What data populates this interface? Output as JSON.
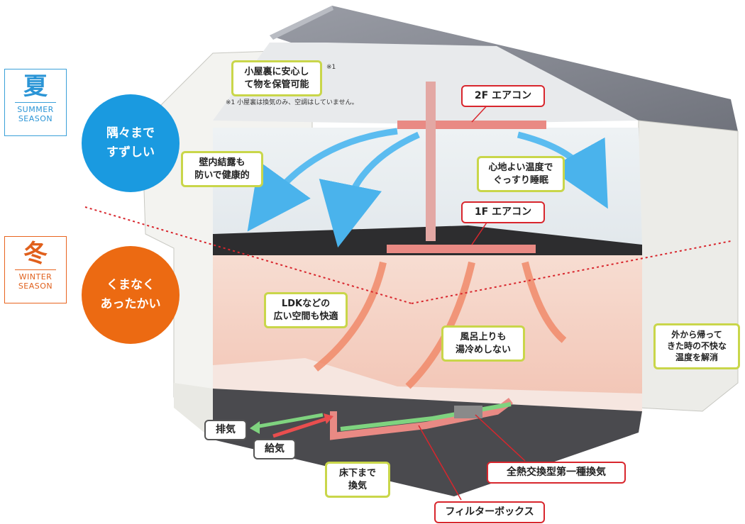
{
  "colors": {
    "summer": "#1a9ae0",
    "winter": "#ec6a12",
    "callout_yellow": "#c9d64a",
    "callout_red": "#d8262d",
    "divider_red": "#d8262d",
    "cool_air": "#5bbcf0",
    "warm_air": "#f08a6a",
    "duct_pink": "#e98a84",
    "duct_green": "#7fd37f",
    "roof": "#8a8d96"
  },
  "summer": {
    "kanji": "夏",
    "en_line1": "SUMMER",
    "en_line2": "SEASON",
    "circle_line1": "隅々まで",
    "circle_line2": "すずしい"
  },
  "winter": {
    "kanji": "冬",
    "en_line1": "WINTER",
    "en_line2": "SEASON",
    "circle_line1": "くまなく",
    "circle_line2": "あったかい"
  },
  "callouts": {
    "attic_line1": "小屋裏に安心し",
    "attic_line2": "て物を保管可能",
    "attic_mark": "※1",
    "attic_note": "※1 小屋裏は換気のみ、空調はしていません。",
    "condensation_line1": "壁内結露も",
    "condensation_line2": "防いで健康的",
    "sleep_line1": "心地よい温度で",
    "sleep_line2": "ぐっすり睡眠",
    "ldk_line1": "LDKなどの",
    "ldk_line2": "広い空間も快適",
    "bath_line1": "風呂上りも",
    "bath_line2": "湯冷めしない",
    "return_line1": "外から帰って",
    "return_line2": "きた時の不快な",
    "return_line3": "温度を解消",
    "underfloor_line1": "床下まで",
    "underfloor_line2": "換気"
  },
  "equipment": {
    "ac_2f": "2F エアコン",
    "ac_1f": "1F エアコン",
    "ventilation": "全熱交換型第一種換気",
    "filter_box": "フィルターボックス",
    "exhaust": "排気",
    "supply": "給気"
  }
}
